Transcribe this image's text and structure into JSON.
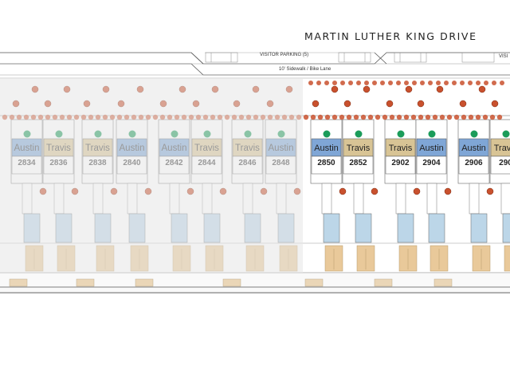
{
  "title": "MARTIN LUTHER KING DRIVE",
  "road": {
    "parking_label": "VISITOR PARKING (5)",
    "parking_label_right": "VISI",
    "sidewalk_label": "10' Sidewalk / Bike Lane"
  },
  "colors": {
    "austin": "#7fa6d6",
    "travis": "#d8c495",
    "dot": "#1b9c5a",
    "flower": "#c9512e",
    "fade_overlay": "#e3e3e3",
    "grass": "#bcd6e8"
  },
  "units": [
    {
      "name": "Austin",
      "number": "2834",
      "type": "austin",
      "available": false
    },
    {
      "name": "Travis",
      "number": "2836",
      "type": "travis",
      "available": false
    },
    {
      "name": "Travis",
      "number": "2838",
      "type": "travis",
      "available": false
    },
    {
      "name": "Austin",
      "number": "2840",
      "type": "austin",
      "available": false
    },
    {
      "name": "Austin",
      "number": "2842",
      "type": "austin",
      "available": false
    },
    {
      "name": "Travis",
      "number": "2844",
      "type": "travis",
      "available": false
    },
    {
      "name": "Travis",
      "number": "2846",
      "type": "travis",
      "available": false
    },
    {
      "name": "Austin",
      "number": "2848",
      "type": "austin",
      "available": false
    },
    {
      "name": "Austin",
      "number": "2850",
      "type": "austin",
      "available": true
    },
    {
      "name": "Travis",
      "number": "2852",
      "type": "travis",
      "available": true
    },
    {
      "name": "Travis",
      "number": "2902",
      "type": "travis",
      "available": true
    },
    {
      "name": "Austin",
      "number": "2904",
      "type": "austin",
      "available": true
    },
    {
      "name": "Austin",
      "number": "2906",
      "type": "austin",
      "available": true
    },
    {
      "name": "Travis",
      "number": "290",
      "type": "travis",
      "available": true
    }
  ]
}
